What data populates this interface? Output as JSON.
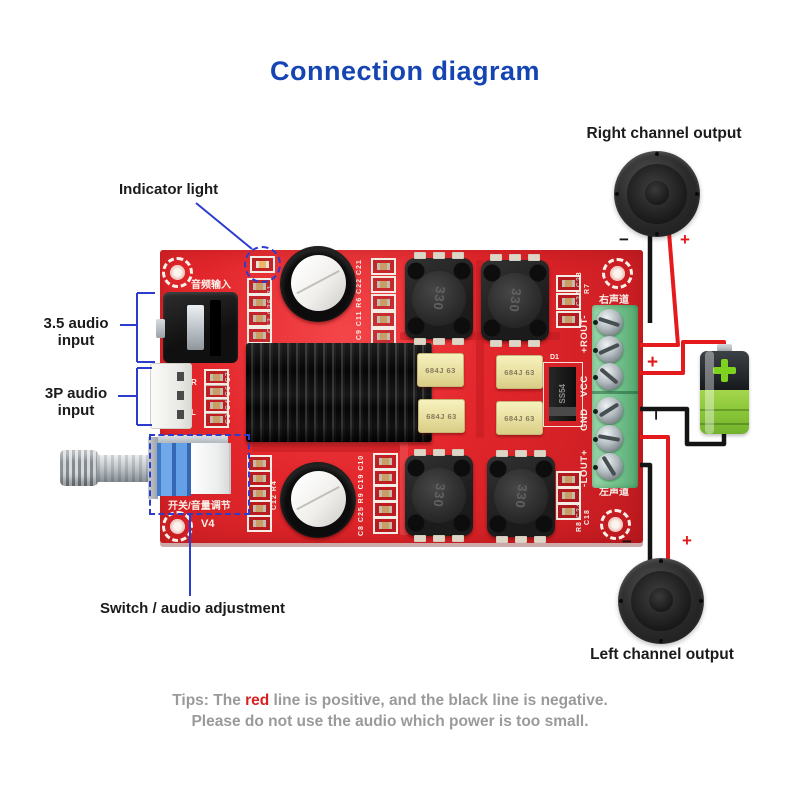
{
  "title": "Connection diagram",
  "annotations": {
    "indicator_light": "Indicator light",
    "audio35": {
      "line1": "3.5 audio",
      "line2": "input"
    },
    "audio3p": {
      "line1": "3P audio",
      "line2": "input"
    },
    "switch": "Switch / audio adjustment",
    "right_output": "Right channel output",
    "left_output": "Left channel output"
  },
  "polarity": {
    "plus": "+",
    "minus": "−"
  },
  "board": {
    "silkscreen": {
      "audio_input_cn": "音频输入",
      "switch_volume_cn": "开关/音量调节",
      "version": "V4",
      "right_channel_cn": "右声道",
      "left_channel_cn": "左声道",
      "rout": "+ROUT-",
      "vcc": "VCC",
      "gnd": "GND",
      "lout": "-LOUT+",
      "diode_ref": "D1",
      "input_r": "R",
      "input_l": "L",
      "refs_top_left": "C13 C26 R1",
      "refs_top_mid": "C9 C11 R6 C22 C21",
      "refs_top_right": "C20 C23 R7",
      "refs_conn": "C3 C4 C6 C7",
      "refs_bottom_left": "C12 R4",
      "refs_bottom_mid": "C8 C25 R9 C19 C10",
      "refs_bottom_right": "R8 C24 C18"
    },
    "markings": {
      "inductor": "330",
      "film_cap": "684J 63",
      "diode": "SS54"
    }
  },
  "tips": {
    "prefix": "Tips: The ",
    "highlight": "red",
    "suffix": " line is positive, and the black line is negative.",
    "line2": "Please do not use the audio which power is too small."
  },
  "colors": {
    "title_blue": "#1545b2",
    "annotation_blue": "#2c3ccc",
    "board_red": "#e2262b",
    "wire_red": "#e51a1d",
    "wire_black": "#141414",
    "terminal_green": "#72c28b",
    "battery_green": "#8bc83a",
    "tips_gray": "#9a9a9a"
  }
}
